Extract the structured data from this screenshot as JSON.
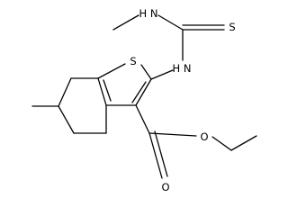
{
  "molecule": {
    "atoms": {
      "thiophene_sulfur": "S",
      "amine_nh_left": "H N",
      "amine_nh_right": "H N",
      "thione_sulfur": "S",
      "ester_o_carbonyl": "O",
      "ester_o_ether": "O"
    }
  }
}
